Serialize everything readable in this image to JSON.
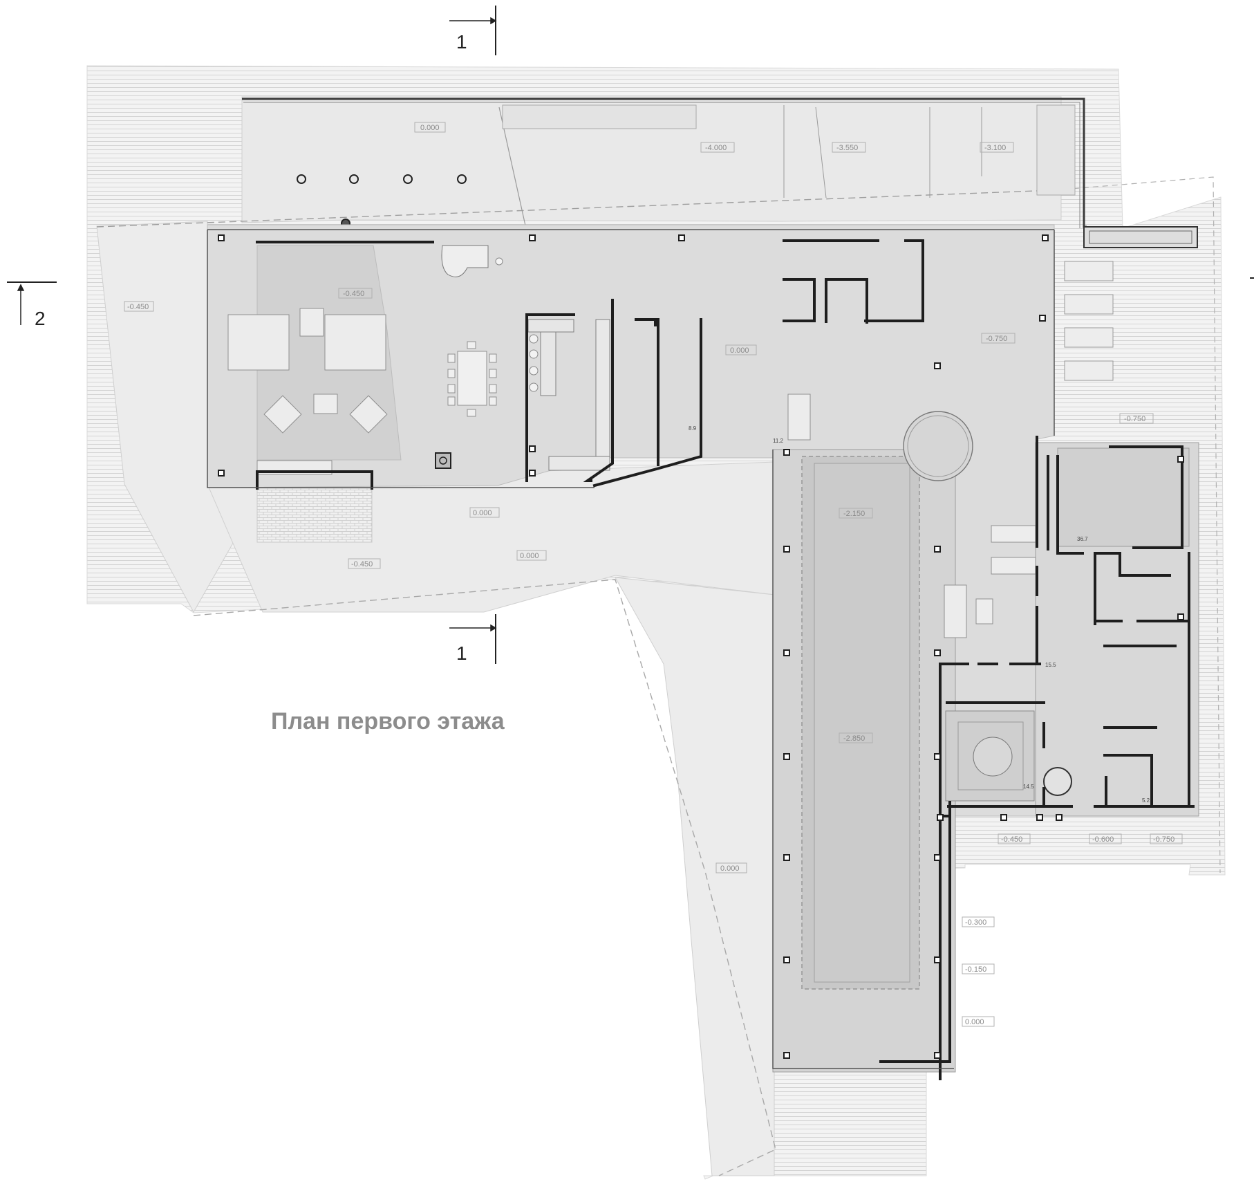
{
  "title": "План первого этажа",
  "colors": {
    "background": "#ffffff",
    "terrace": "#efefef",
    "hatch": "#d6d6d6",
    "floor": "#dcdcdc",
    "pool": "#cdcdcd",
    "wall": "#1e1e1e",
    "title": "#8c8c8c"
  },
  "sections": {
    "top": "1",
    "bottom": "1",
    "left": "2"
  },
  "level_marks": {
    "yard_top": "0.000",
    "stair_landing": "-4.000",
    "terrace_right_1": "-3.550",
    "terrace_right_2": "-3.100",
    "living": "-0.450",
    "terrace_left": "-0.450",
    "hall": "0.000",
    "hall_right": "-0.750",
    "terrace_east": "-0.750",
    "terrace_south_1": "0.000",
    "terrace_south_2": "0.000",
    "terrace_south_3": "-0.450",
    "pool_shallow": "-2.150",
    "pool_deep": "-2.850",
    "lower_terrace": "0.000",
    "east_1": "-0.450",
    "east_2": "-0.600",
    "east_3": "-0.750",
    "east_4": "-0.300",
    "east_5": "-0.150",
    "east_6": "0.000"
  },
  "room_numbers": {
    "r1": "11.2",
    "r2": "8.9",
    "r3": "36.7",
    "r4": "15.5",
    "r5": "14.5",
    "r6": "5.2"
  }
}
